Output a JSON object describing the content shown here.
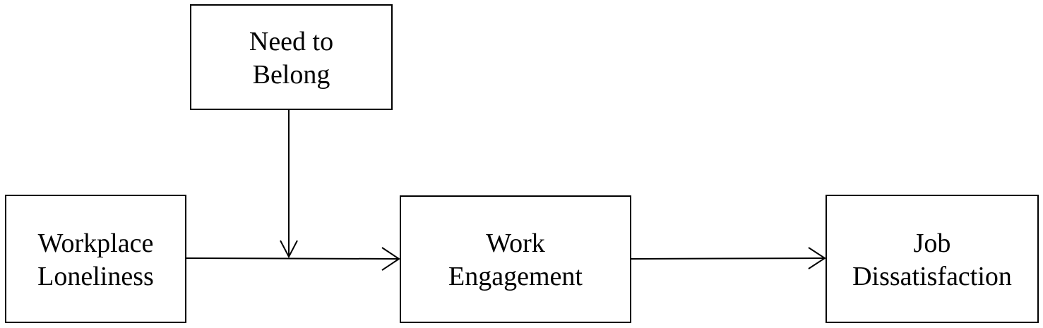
{
  "diagram": {
    "nodes": {
      "need_to_belong": {
        "line1": "Need to",
        "line2": "Belong"
      },
      "workplace_loneliness": {
        "line1": "Workplace",
        "line2": "Loneliness"
      },
      "work_engagement": {
        "line1": "Work",
        "line2": "Engagement"
      },
      "job_dissatisfaction": {
        "line1": "Job",
        "line2": "Dissatisfaction"
      }
    },
    "edges": [
      {
        "from": "workplace_loneliness",
        "to": "work_engagement",
        "kind": "direct-path"
      },
      {
        "from": "need_to_belong",
        "to": "workplace_loneliness->work_engagement",
        "kind": "moderation"
      },
      {
        "from": "work_engagement",
        "to": "job_dissatisfaction",
        "kind": "direct-path"
      }
    ],
    "colors": {
      "stroke": "#000000",
      "background": "#ffffff"
    }
  }
}
